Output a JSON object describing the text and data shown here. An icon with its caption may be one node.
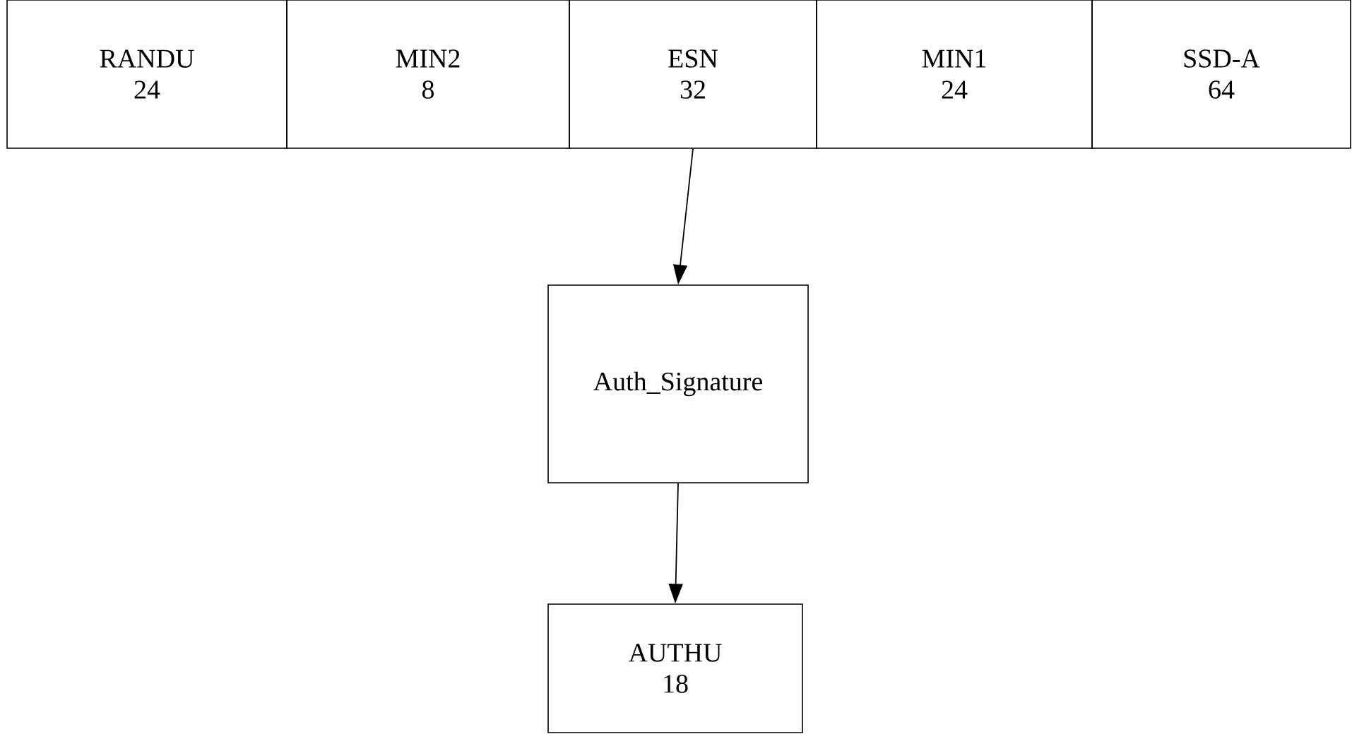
{
  "diagram": {
    "nodes": [
      {
        "text": [
          "RANDU",
          "24"
        ]
      },
      {
        "text": [
          "MIN2",
          "8"
        ]
      },
      {
        "text": [
          "ESN",
          "32"
        ]
      },
      {
        "text": [
          "MIN1",
          "24"
        ]
      },
      {
        "text": [
          "SSD-A",
          "64"
        ]
      },
      {
        "text": [
          "Auth_Signature"
        ]
      },
      {
        "text": [
          "AUTHU",
          "18"
        ]
      }
    ],
    "edges": [
      {
        "from": 2,
        "to": 5,
        "arrow": "to"
      },
      {
        "from": 5,
        "to": 6,
        "arrow": "to"
      }
    ]
  }
}
